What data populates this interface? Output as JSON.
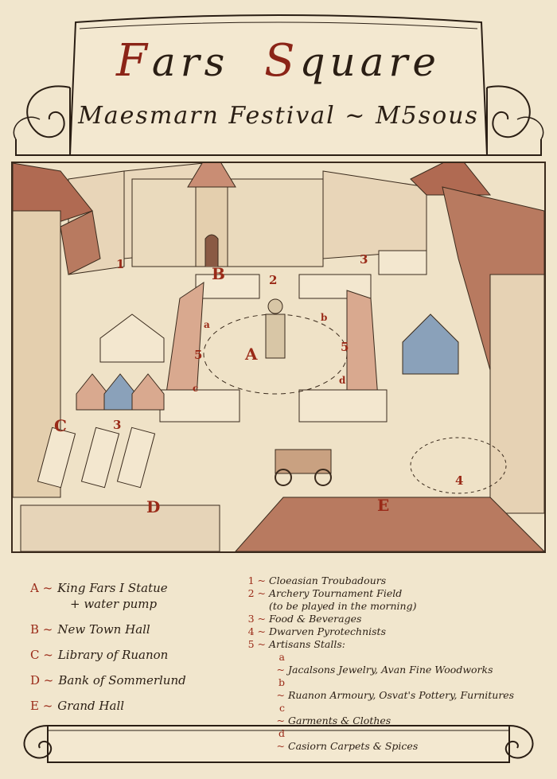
{
  "title": {
    "cap1": "F",
    "rest1": "ars",
    "cap2": "S",
    "rest2": "quare"
  },
  "subtitle": "Maesmarn Festival ~ M5sous",
  "colors": {
    "accent_red": "#9a2a18",
    "ink": "#2a1e14",
    "parchment": "#f1e6cd",
    "roof": "#b06a52",
    "tent_blue": "#6f8aa6"
  },
  "map": {
    "labels": {
      "A": "A",
      "B": "B",
      "C": "C",
      "D": "D",
      "E": "E",
      "n1": "1",
      "n2": "2",
      "n3a": "3",
      "n3b": "3",
      "n4": "4",
      "n5a": "5",
      "n5b": "5",
      "la": "a",
      "lb": "b",
      "lc": "c",
      "ld": "d"
    }
  },
  "legend_left": [
    {
      "key": "A ~",
      "text": "King Fars I Statue",
      "sub": "+ water pump"
    },
    {
      "key": "B ~",
      "text": "New Town Hall"
    },
    {
      "key": "C ~",
      "text": "Library of Ruanon"
    },
    {
      "key": "D ~",
      "text": "Bank of Sommerlund"
    },
    {
      "key": "E ~",
      "text": "Grand Hall"
    }
  ],
  "legend_right": {
    "r1": {
      "key": "1 ~",
      "text": "Cloeasian Troubadours"
    },
    "r2": {
      "key": "2 ~",
      "text": "Archery Tournament Field",
      "cont": "(to be played in the morning)"
    },
    "r3": {
      "key": "3 ~",
      "text": "Food & Beverages"
    },
    "r4": {
      "key": "4 ~",
      "text": "Dwarven Pyrotechnists"
    },
    "r5": {
      "key": "5 ~",
      "text": "Artisans Stalls:"
    },
    "ra": {
      "key": "a ~",
      "text": "Jacalsons Jewelry, Avan Fine Woodworks"
    },
    "rb": {
      "key": "b ~",
      "text": "Ruanon Armoury, Osvat's Pottery, Furnitures"
    },
    "rc": {
      "key": "c ~",
      "text": "Garments & Clothes"
    },
    "rd": {
      "key": "d ~",
      "text": "Casiorn Carpets & Spices"
    }
  }
}
